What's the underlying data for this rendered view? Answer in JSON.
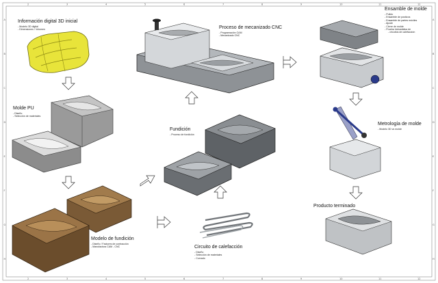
{
  "stages": [
    {
      "key": "digital",
      "title": "Información digital 3D inicial",
      "items": [
        "Modelo 3D digital",
        "Dimensiones / Volumen"
      ]
    },
    {
      "key": "pu",
      "title": "Molde PU",
      "items": [
        "Diseño",
        "Selección de materiales"
      ]
    },
    {
      "key": "fundicion_model",
      "title": "Modelo de fundición",
      "items": [
        "Diseño / Factores de contracción",
        "Manufactura CAM - CNC"
      ]
    },
    {
      "key": "circuit",
      "title": "Circuito de calefacción",
      "items": [
        "Diseño",
        "Selección de materiales",
        "Curvado"
      ]
    },
    {
      "key": "casting",
      "title": "Fundición",
      "items": [
        "Proceso de fundición"
      ]
    },
    {
      "key": "cnc",
      "title": "Proceso de mecanizado CNC",
      "items": [
        "Programación CAM",
        "Mecanizado CNC"
      ]
    },
    {
      "key": "assembly",
      "title": "Ensamble de molde",
      "items": [
        "Pulido",
        "Ensamble de postizos",
        "Ensamble de partes móviles",
        "Ajuste",
        "Cierre de molde",
        "Prueba hidrostática de",
        "circuitos de calefacción"
      ]
    },
    {
      "key": "metrology",
      "title": "Metrología de molde",
      "items": [
        "Modelo 3D vs molde"
      ]
    },
    {
      "key": "product",
      "title": "Producto terminado",
      "items": []
    }
  ],
  "frame": {
    "top_ticks": [
      "2",
      "3",
      "4",
      "5",
      "6",
      "7",
      "8",
      "9",
      "10",
      "11",
      "12"
    ],
    "side_ticks": [
      "A",
      "B",
      "C",
      "D",
      "E",
      "F",
      "G",
      "H"
    ]
  },
  "colors": {
    "foam": "#e8e43a",
    "pu": "#9a9a9a",
    "wood": "#7a5a36",
    "metal": "#b8bcc0",
    "arrow": "#ffffff"
  }
}
